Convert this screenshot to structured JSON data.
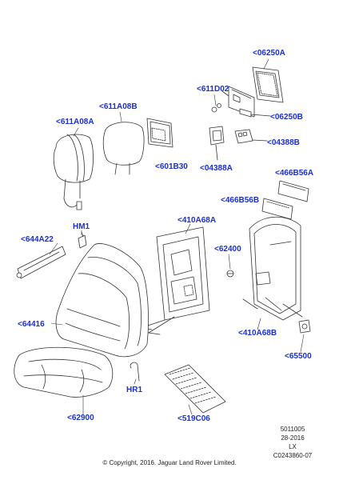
{
  "diagram": {
    "part_labels": {
      "p06250A": "<06250A",
      "p611D02": "<611D02",
      "p06250B": "<06250B",
      "p611A08B": "<611A08B",
      "p611A08A": "<611A08A",
      "p601B30": "<601B30",
      "p04388B": "<04388B",
      "p04388A": "<04388A",
      "p466B56A": "<466B56A",
      "p466B56B": "<466B56B",
      "pHM1": "HM1",
      "p410A68A": "<410A68A",
      "p644A22": "<644A22",
      "p62400": "<62400",
      "p64416": "<64416",
      "p410A68B": "<410A68B",
      "p65500": "<65500",
      "pHR1": "HR1",
      "p62900": "<62900",
      "p519C06": "<519C06"
    },
    "ref_block": [
      "5011005",
      "28-2016",
      "LX",
      "C0243860-07"
    ],
    "copyright": "© Copyright, 2016. Jaguar Land Rover Limited."
  },
  "colors": {
    "label": "#1a2fd4",
    "line": "#333333",
    "fill": "#ffffff"
  }
}
